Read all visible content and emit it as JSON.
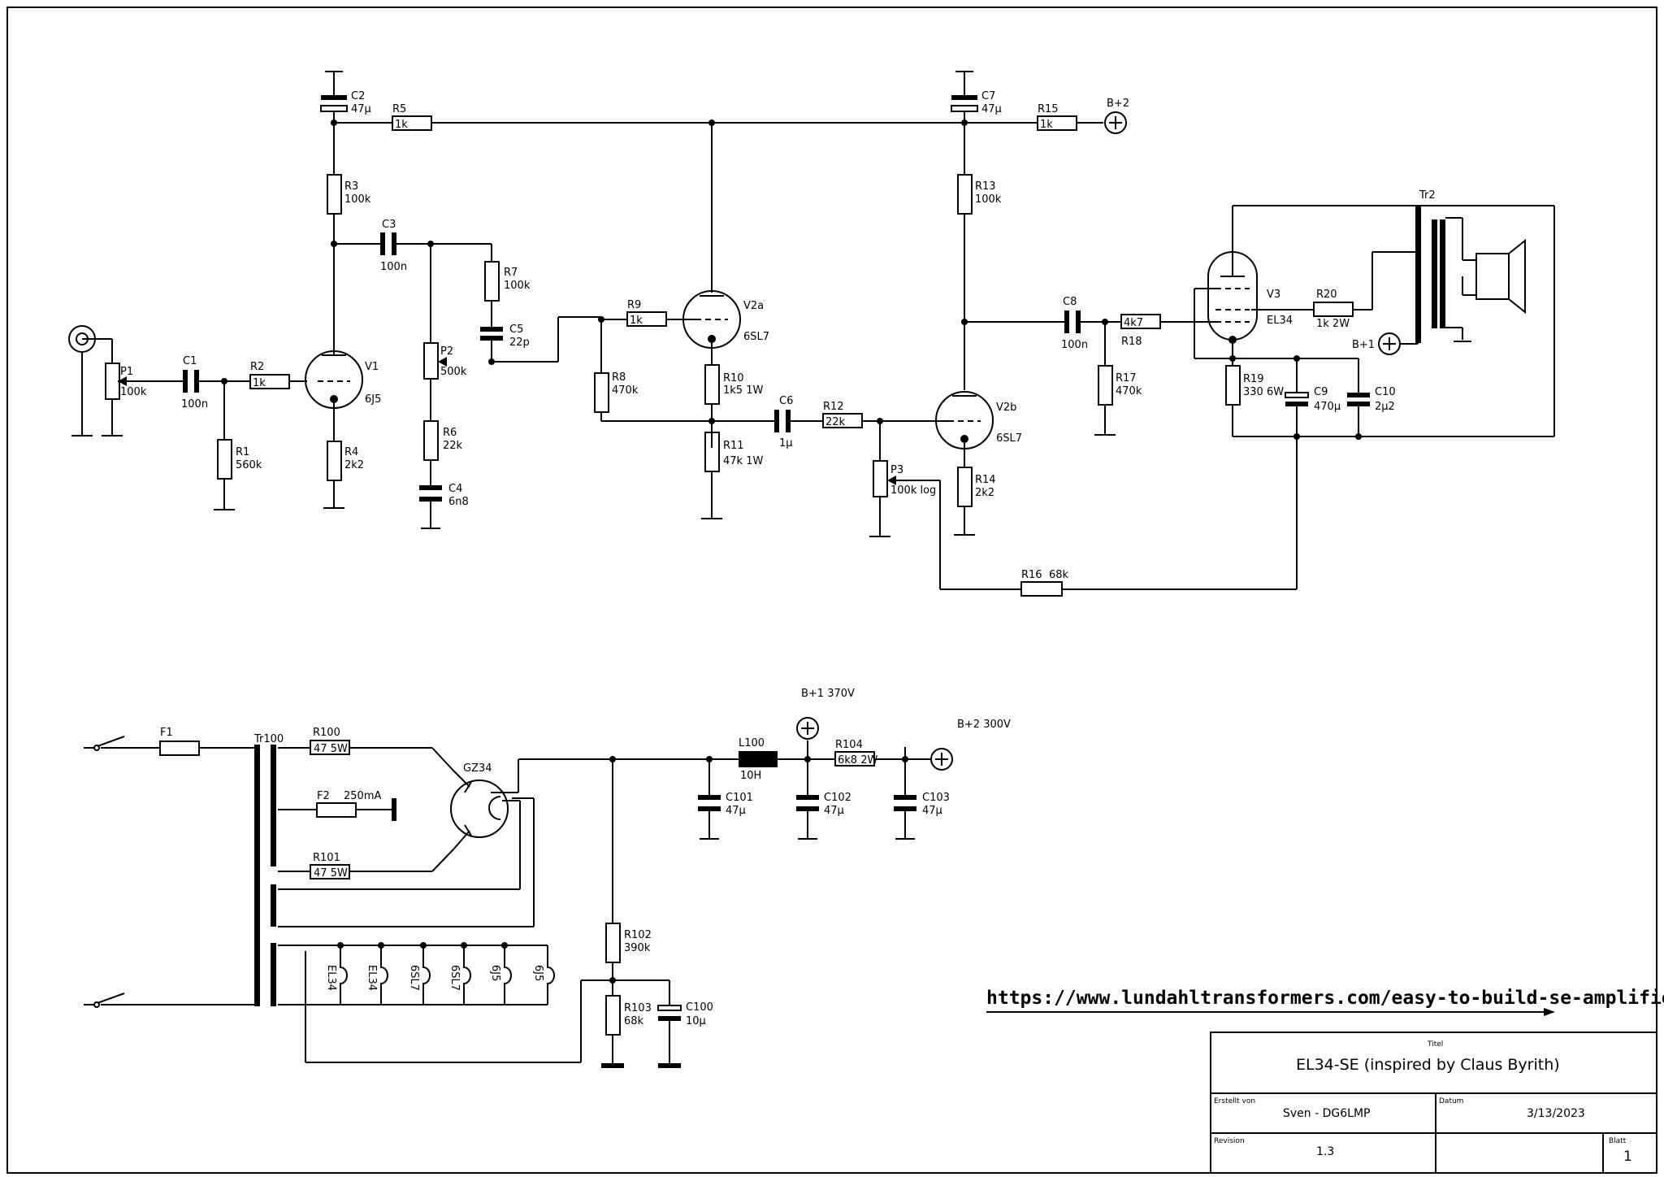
{
  "title_block": {
    "title_label": "Titel",
    "title": "EL34-SE (inspired by Claus Byrith)",
    "author_label": "Erstellt von",
    "author": "Sven - DG6LMP",
    "date_label": "Datum",
    "date": "3/13/2023",
    "revision_label": "Revision",
    "revision": "1.3",
    "sheet_label": "Blatt",
    "sheet": "1"
  },
  "url": "https://www.lundahltransformers.com/easy-to-build-se-amplifier/",
  "amp": {
    "c2": "C2",
    "c2v": "47µ",
    "r5": "R5",
    "r5v": "1k",
    "c7": "C7",
    "c7v": "47µ",
    "r15": "R15",
    "r15v": "1k",
    "bp2": "B+2",
    "r3": "R3",
    "r3v": "100k",
    "r13": "R13",
    "r13v": "100k",
    "c3": "C3",
    "c3v": "100n",
    "r7": "R7",
    "r7v": "100k",
    "c5": "C5",
    "c5v": "22p",
    "tr2": "Tr2",
    "v2a": "V2a",
    "v2a_type": "6SL7",
    "r9": "R9",
    "r9v": "1k",
    "v3": "V3",
    "v3_type": "EL34",
    "r20": "R20",
    "r20v": "1k 2W",
    "c8": "C8",
    "c8v": "100n",
    "r18": "R18",
    "r18v": "4k7",
    "bp1": "B+1",
    "p1": "P1",
    "p1v": "100k",
    "c1": "C1",
    "c1v": "100n",
    "r2": "R2",
    "r2v": "1k",
    "v1": "V1",
    "v1_type": "6J5",
    "p2": "P2",
    "p2v": "500k",
    "r8": "R8",
    "r8v": "470k",
    "r10": "R10",
    "r10v": "1k5 1W",
    "r17": "R17",
    "r17v": "470k",
    "r19": "R19",
    "r19v": "330 6W",
    "c9": "C9",
    "c9v": "470µ",
    "c10": "C10",
    "c10v": "2µ2",
    "c6": "C6",
    "c6v": "1µ",
    "r12": "R12",
    "r12v": "22k",
    "v2b": "V2b",
    "v2b_type": "6SL7",
    "r1": "R1",
    "r1v": "560k",
    "r4": "R4",
    "r4v": "2k2",
    "r6": "R6",
    "r6v": "22k",
    "r11": "R11",
    "r11v": "47k 1W",
    "p3": "P3",
    "p3v": "100k log",
    "r14": "R14",
    "r14v": "2k2",
    "c4": "C4",
    "c4v": "6n8",
    "r16": "R16",
    "r16v": "68k"
  },
  "psu": {
    "f1": "F1",
    "tr100": "Tr100",
    "r100": "R100",
    "r100v": "47 5W",
    "f2": "F2",
    "f2v": "250mA",
    "r101": "R101",
    "r101v": "47 5W",
    "gz34": "GZ34",
    "l100": "L100",
    "l100v": "10H",
    "bp1": "B+1 370V",
    "bp2": "B+2 300V",
    "r104": "R104",
    "r104v": "6k8 2W",
    "c101": "C101",
    "c101v": "47µ",
    "c102": "C102",
    "c102v": "47µ",
    "c103": "C103",
    "c103v": "47µ",
    "r102": "R102",
    "r102v": "390k",
    "r103": "R103",
    "r103v": "68k",
    "c100": "C100",
    "c100v": "10µ",
    "heaters": [
      "EL34",
      "EL34",
      "6SL7",
      "6SL7",
      "6J5",
      "6J5"
    ]
  }
}
